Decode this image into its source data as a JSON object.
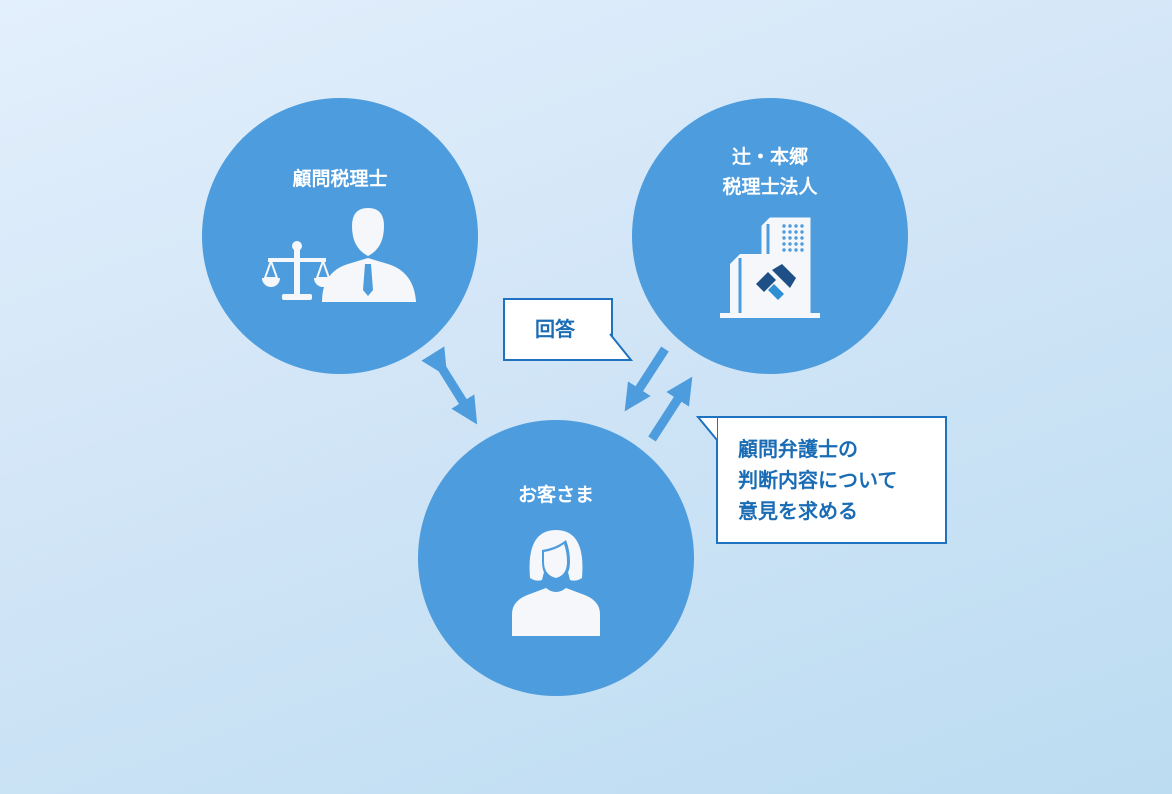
{
  "nodes": {
    "advisor_tax": {
      "label": "顧問税理士"
    },
    "firm": {
      "label_line1": "辻・本郷",
      "label_line2": "税理士法人"
    },
    "customer": {
      "label": "お客さま"
    }
  },
  "callouts": {
    "answer": "回答",
    "request_lines": [
      "顧問弁護士の",
      "判断内容について",
      "意見を求める"
    ]
  },
  "colors": {
    "circle": "#4d9cdd",
    "accent": "#1f72bf",
    "icon": "#f5f7fa",
    "logo_dark": "#1e4f86",
    "logo_light": "#2f8fd2"
  }
}
